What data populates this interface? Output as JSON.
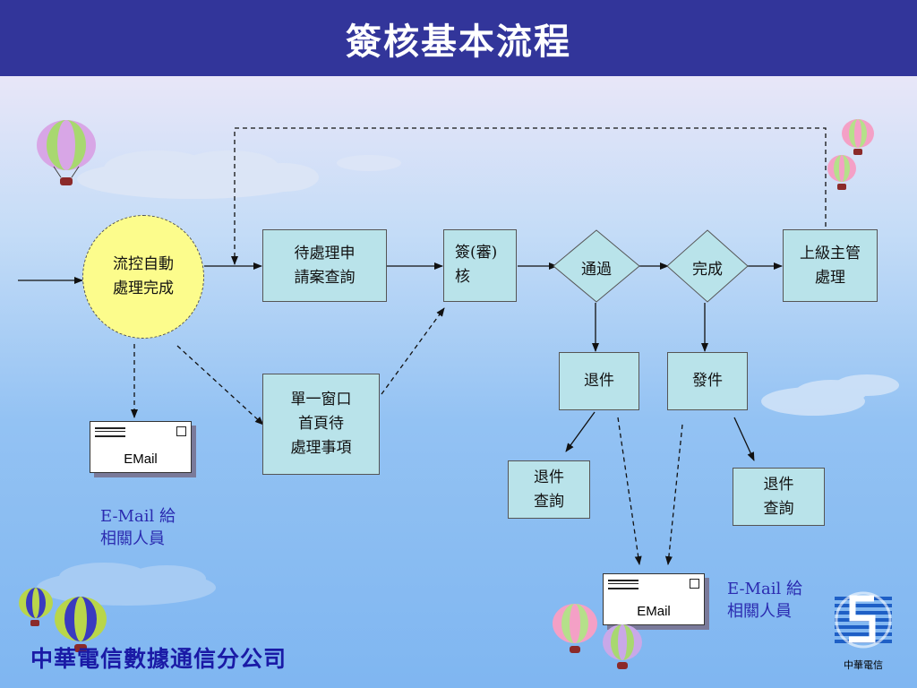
{
  "header": {
    "title": "簽核基本流程"
  },
  "nodes": {
    "auto_flow": "流控自動\n處理完成",
    "pending_query": "待處理申\n請案查詢",
    "sign_review": "簽(審)\n核",
    "pass": "通過",
    "complete": "完成",
    "supervisor": "上級主管\n處理",
    "single_window": "單一窗口\n首頁待\n處理事項",
    "return": "退件",
    "dispatch": "發件",
    "return_query_left": "退件\n查詢",
    "return_query_right": "退件\n查詢"
  },
  "emails": {
    "left_label": "EMail",
    "bottom_label": "EMail",
    "left_note": "E-Mail 給\n相關人員",
    "right_note": "E-Mail 給\n相關人員"
  },
  "footer": {
    "company": "中華電信數據通信分公司",
    "logo_text": "中華電信"
  },
  "colors": {
    "header_bg": "#32359a",
    "box_fill": "#b9e3ea",
    "circle_fill": "#fcfc8c",
    "company_text": "#1a1aa6"
  },
  "icons": [
    "hot-air-balloon-icon",
    "cloud-icon",
    "email-envelope-icon",
    "cht-logo-icon"
  ]
}
